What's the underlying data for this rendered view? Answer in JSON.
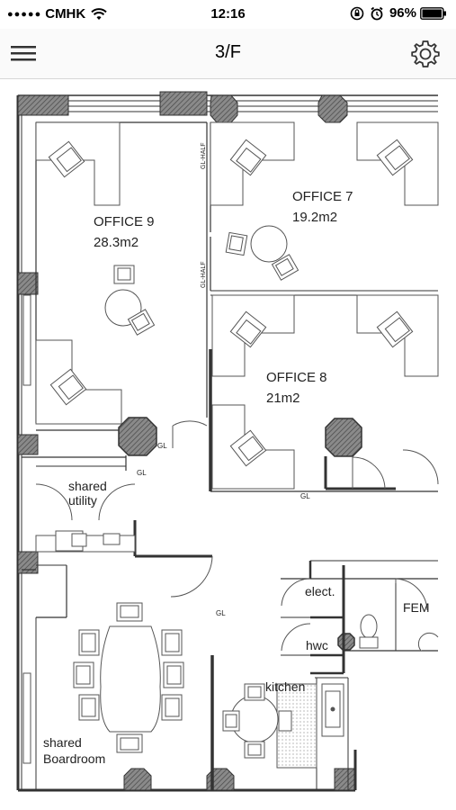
{
  "status_bar": {
    "carrier": "CMHK",
    "time": "12:16",
    "battery": "96%"
  },
  "nav": {
    "title": "3/F",
    "menu_icon": "hamburger-icon",
    "settings_icon": "gear-icon"
  },
  "floor_plan": {
    "office9": {
      "name": "OFFICE 9",
      "area": "28.3m2"
    },
    "office7": {
      "name": "OFFICE 7",
      "area": "19.2m2"
    },
    "office8": {
      "name": "OFFICE 8",
      "area": "21m2"
    },
    "shared_utility": {
      "line1": "shared",
      "line2": "utility"
    },
    "boardroom": {
      "line1": "shared",
      "line2": "Boardroom"
    },
    "elect": "elect.",
    "hwc": "hwc",
    "kitchen": "kitchen",
    "female": "FEM",
    "gl_label": "GL",
    "gl_half_label": "GL-HALF"
  },
  "colors": {
    "wall": "#333333",
    "column": "#6e6e6e",
    "line": "#555555"
  }
}
